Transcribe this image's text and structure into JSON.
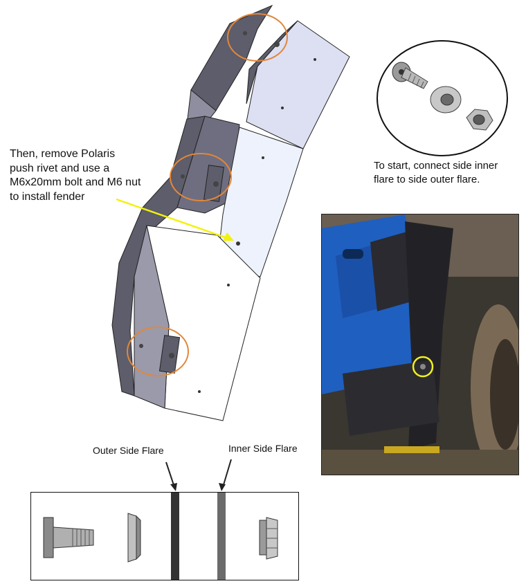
{
  "instructions": {
    "fender_step": "Then, remove Polaris push rivet and use a M6x20mm bolt and M6 nut to install fender",
    "start_step": "To start, connect side inner flare to side outer flare."
  },
  "section_view": {
    "outer_label": "Outer Side Flare",
    "inner_label": "Inner Side Flare"
  },
  "colors": {
    "callout_circle": "#e2873a",
    "arrow": "#f2f20a",
    "photo_highlight": "#f0f020",
    "outer_panel": "#5d5d6b",
    "inner_panel": "#dde0f2"
  }
}
